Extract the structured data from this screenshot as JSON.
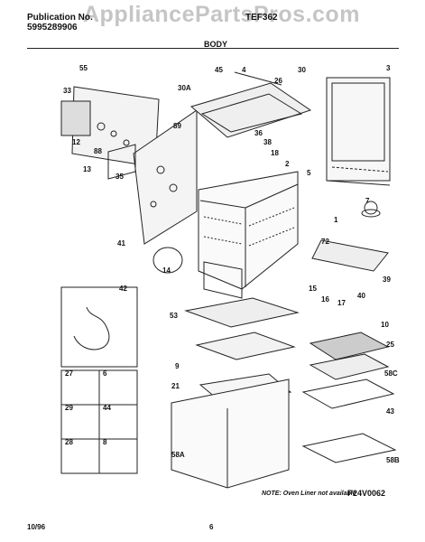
{
  "header": {
    "pub_label": "Publication No.",
    "pub_number": "5995289906",
    "model": "TEF362",
    "section_title": "BODY"
  },
  "watermark": "AppliancePartsPros.com",
  "callouts": [
    "55",
    "33",
    "45",
    "4",
    "30",
    "3",
    "30A",
    "26",
    "12",
    "89",
    "36",
    "88",
    "38",
    "13",
    "35",
    "18",
    "2",
    "5",
    "7",
    "1",
    "41",
    "72",
    "14",
    "15",
    "16",
    "17",
    "40",
    "39",
    "42",
    "53",
    "10",
    "25",
    "9",
    "58C",
    "21",
    "27",
    "6",
    "43",
    "29",
    "44",
    "28",
    "8",
    "58B",
    "58A"
  ],
  "note": "NOTE: Oven Liner not available",
  "diagram_code": "P24V0062",
  "footer": {
    "date": "10/96",
    "page": "6"
  }
}
